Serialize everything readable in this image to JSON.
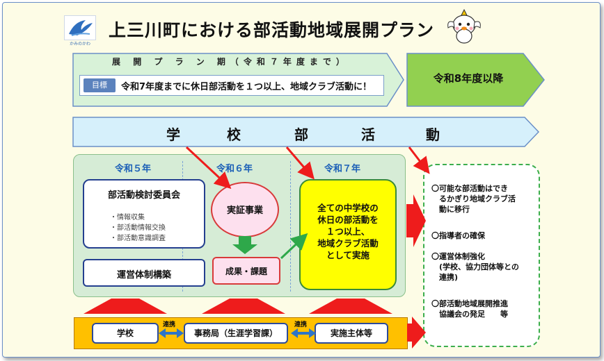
{
  "header": {
    "title": "上三川町における部活動地域展開プラン",
    "logo_text": "かみのかわ",
    "colors": {
      "logo_blue": "#2f6fbf",
      "title": "#111111"
    }
  },
  "plan": {
    "period_label": "展 開 プ ラ ン 期（令和７年度まで）",
    "goal_tag": "目標",
    "goal_text": "令和7年度までに休日部活動を１つ以上、地域クラブ活動に！",
    "future_label": "令和8年度以降",
    "colors": {
      "plan_fill": "#d8f2d8",
      "future_fill": "#92d050"
    }
  },
  "club_activities": {
    "chars": [
      "学",
      "校",
      "部",
      "活",
      "動"
    ],
    "color": "#d6f0fb"
  },
  "years": [
    {
      "label": "令和５年"
    },
    {
      "label": "令和６年"
    },
    {
      "label": "令和７年"
    }
  ],
  "year_2023": {
    "committee_title": "部活動検討委員会",
    "committee_items": [
      "・情報収集",
      "・部活動情報交換",
      "・部活動意識調査"
    ],
    "system_label": "運営体制構築"
  },
  "year_2024": {
    "demo_label": "実証事業",
    "result_label": "成果・課題"
  },
  "year_2025": {
    "lines": [
      "全ての中学校の",
      "休日の部活動を",
      "１つ以上、",
      "地域クラブ活動",
      "として実施"
    ]
  },
  "future_items": [
    {
      "lines": [
        "〇可能な部活動はでき",
        "　るかぎり地域クラブ活",
        "　動に移行"
      ]
    },
    {
      "lines": [
        "〇指導者の確保"
      ]
    },
    {
      "lines": [
        "〇運営体制強化",
        "　(学校、協力団体等との",
        "　連携)"
      ]
    },
    {
      "lines": [
        "〇部活動地域展開推進",
        "　協議会の発足　　等"
      ]
    }
  ],
  "bottom": {
    "school": "学校",
    "office": "事務局（生涯学習課）",
    "implementer": "実施主体等",
    "link1": "連携",
    "link2": "連携"
  },
  "colors": {
    "arrow_red": "#ee1c1c",
    "panel_green": "#d6ecd6",
    "yellow": "#ffff00",
    "bar_orange": "#ffc000"
  }
}
